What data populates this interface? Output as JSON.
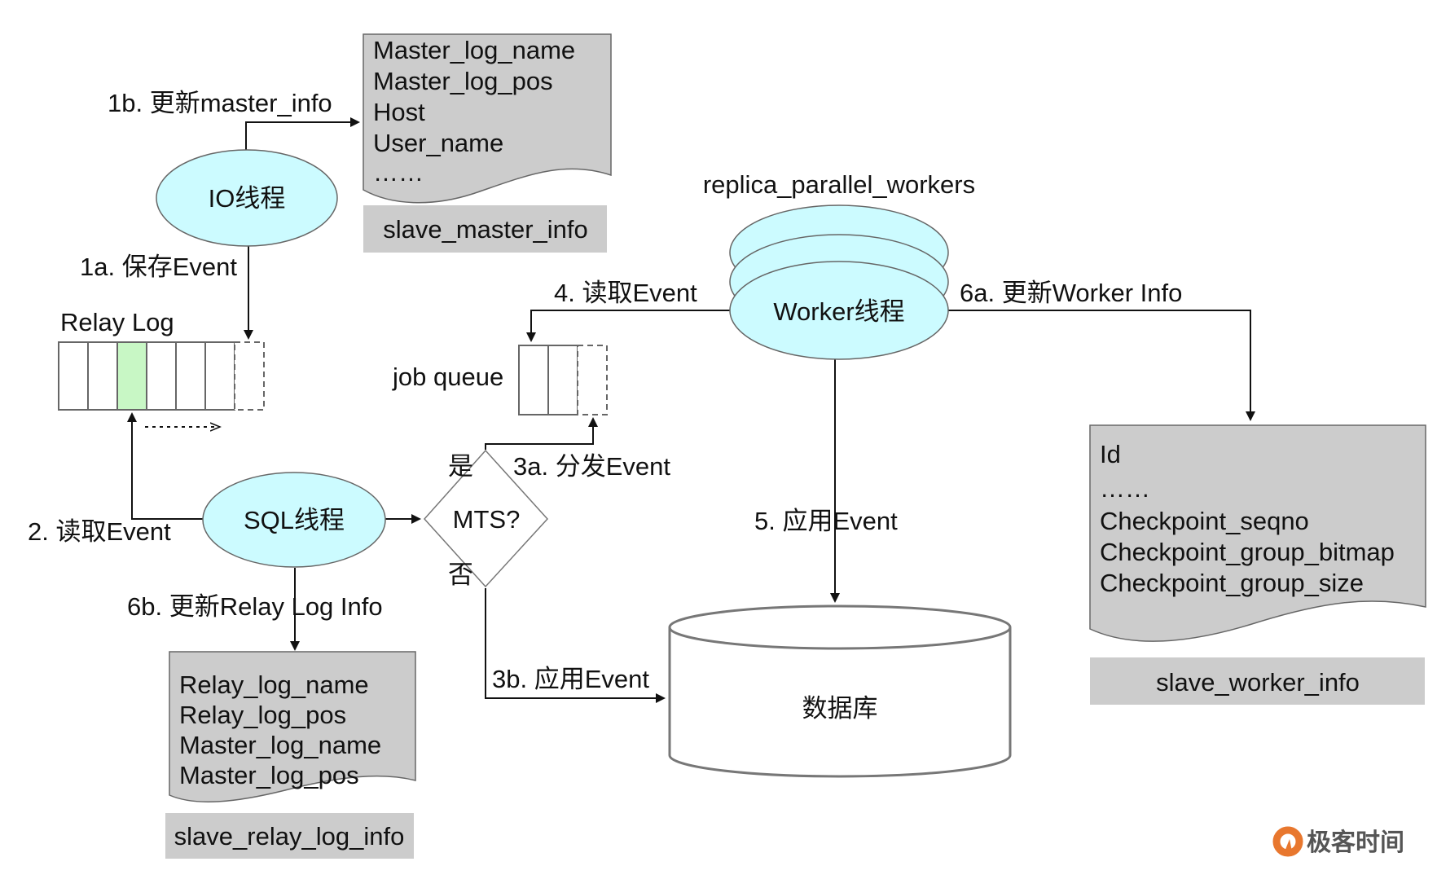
{
  "colors": {
    "thread_fill": "#ccfbff",
    "doc_fill": "#cccccc",
    "relay_active_cell": "#c8f7c5",
    "line": "#111111",
    "shape_stroke": "#666666",
    "logo_orange": "#e8772e"
  },
  "nodes": {
    "io_thread": "IO线程",
    "sql_thread": "SQL线程",
    "worker_thread": "Worker线程",
    "mts_decision": "MTS?",
    "database": "数据库",
    "relay_log": "Relay Log",
    "job_queue": "job queue",
    "worker_group": "replica_parallel_workers"
  },
  "edges": {
    "e1b": "1b. 更新master_info",
    "e1a": "1a. 保存Event",
    "e2": "2. 读取Event",
    "e3a": "3a. 分发Event",
    "e3b": "3b. 应用Event",
    "e4": "4. 读取Event",
    "e5": "5. 应用Event",
    "e6a": "6a. 更新Worker Info",
    "e6b": "6b. 更新Relay Log Info",
    "yes": "是",
    "no": "否"
  },
  "tables": {
    "master_info": {
      "name": "slave_master_info",
      "fields": [
        "Master_log_name",
        "Master_log_pos",
        "Host",
        "User_name",
        "……"
      ]
    },
    "relay_log_info": {
      "name": "slave_relay_log_info",
      "fields": [
        "Relay_log_name",
        "Relay_log_pos",
        "Master_log_name",
        "Master_log_pos"
      ]
    },
    "worker_info": {
      "name": "slave_worker_info",
      "fields": [
        "Id",
        "……",
        "Checkpoint_seqno",
        "Checkpoint_group_bitmap",
        "Checkpoint_group_size"
      ]
    }
  },
  "relay_log_cells": {
    "solid": 6,
    "active_index": 2,
    "pending": 1
  },
  "job_queue_cells": {
    "solid": 2,
    "pending": 1
  },
  "watermark": {
    "brand": "极客时间"
  }
}
